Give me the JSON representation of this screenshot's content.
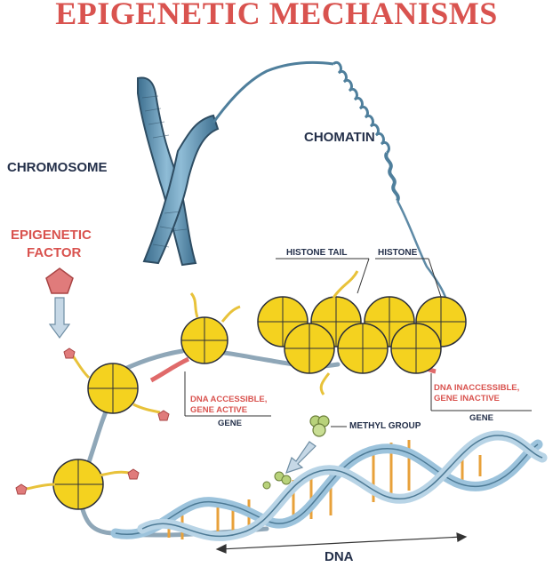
{
  "title": "EPIGENETIC MECHANISMS",
  "labels": {
    "chromosome": "CHROMOSOME",
    "chromatin": "CHOMATIN",
    "epigenetic_factor_line1": "EPIGENETIC",
    "epigenetic_factor_line2": "FACTOR",
    "histone_tail": "HISTONE TAIL",
    "histone": "HISTONE",
    "dna_accessible_line1": "DNA ACCESSIBLE,",
    "dna_accessible_line2": "GENE ACTIVE",
    "gene_left": "GENE",
    "dna_inaccessible_line1": "DNA INACCESSIBLE,",
    "dna_inaccessible_line2": "GENE INACTIVE",
    "gene_right": "GENE",
    "methyl_group": "METHYL GROUP",
    "dna": "DNA"
  },
  "colors": {
    "title_red": "#d9534f",
    "label_navy": "#24304a",
    "histone_yellow": "#f4d21f",
    "histone_outline": "#2b2f3a",
    "chromosome_blue": "#5b8fae",
    "dna_blue": "#9cc3dc",
    "base_orange": "#e8a13a",
    "methyl_green": "#b8d27a",
    "factor_red": "#e07b7b"
  }
}
